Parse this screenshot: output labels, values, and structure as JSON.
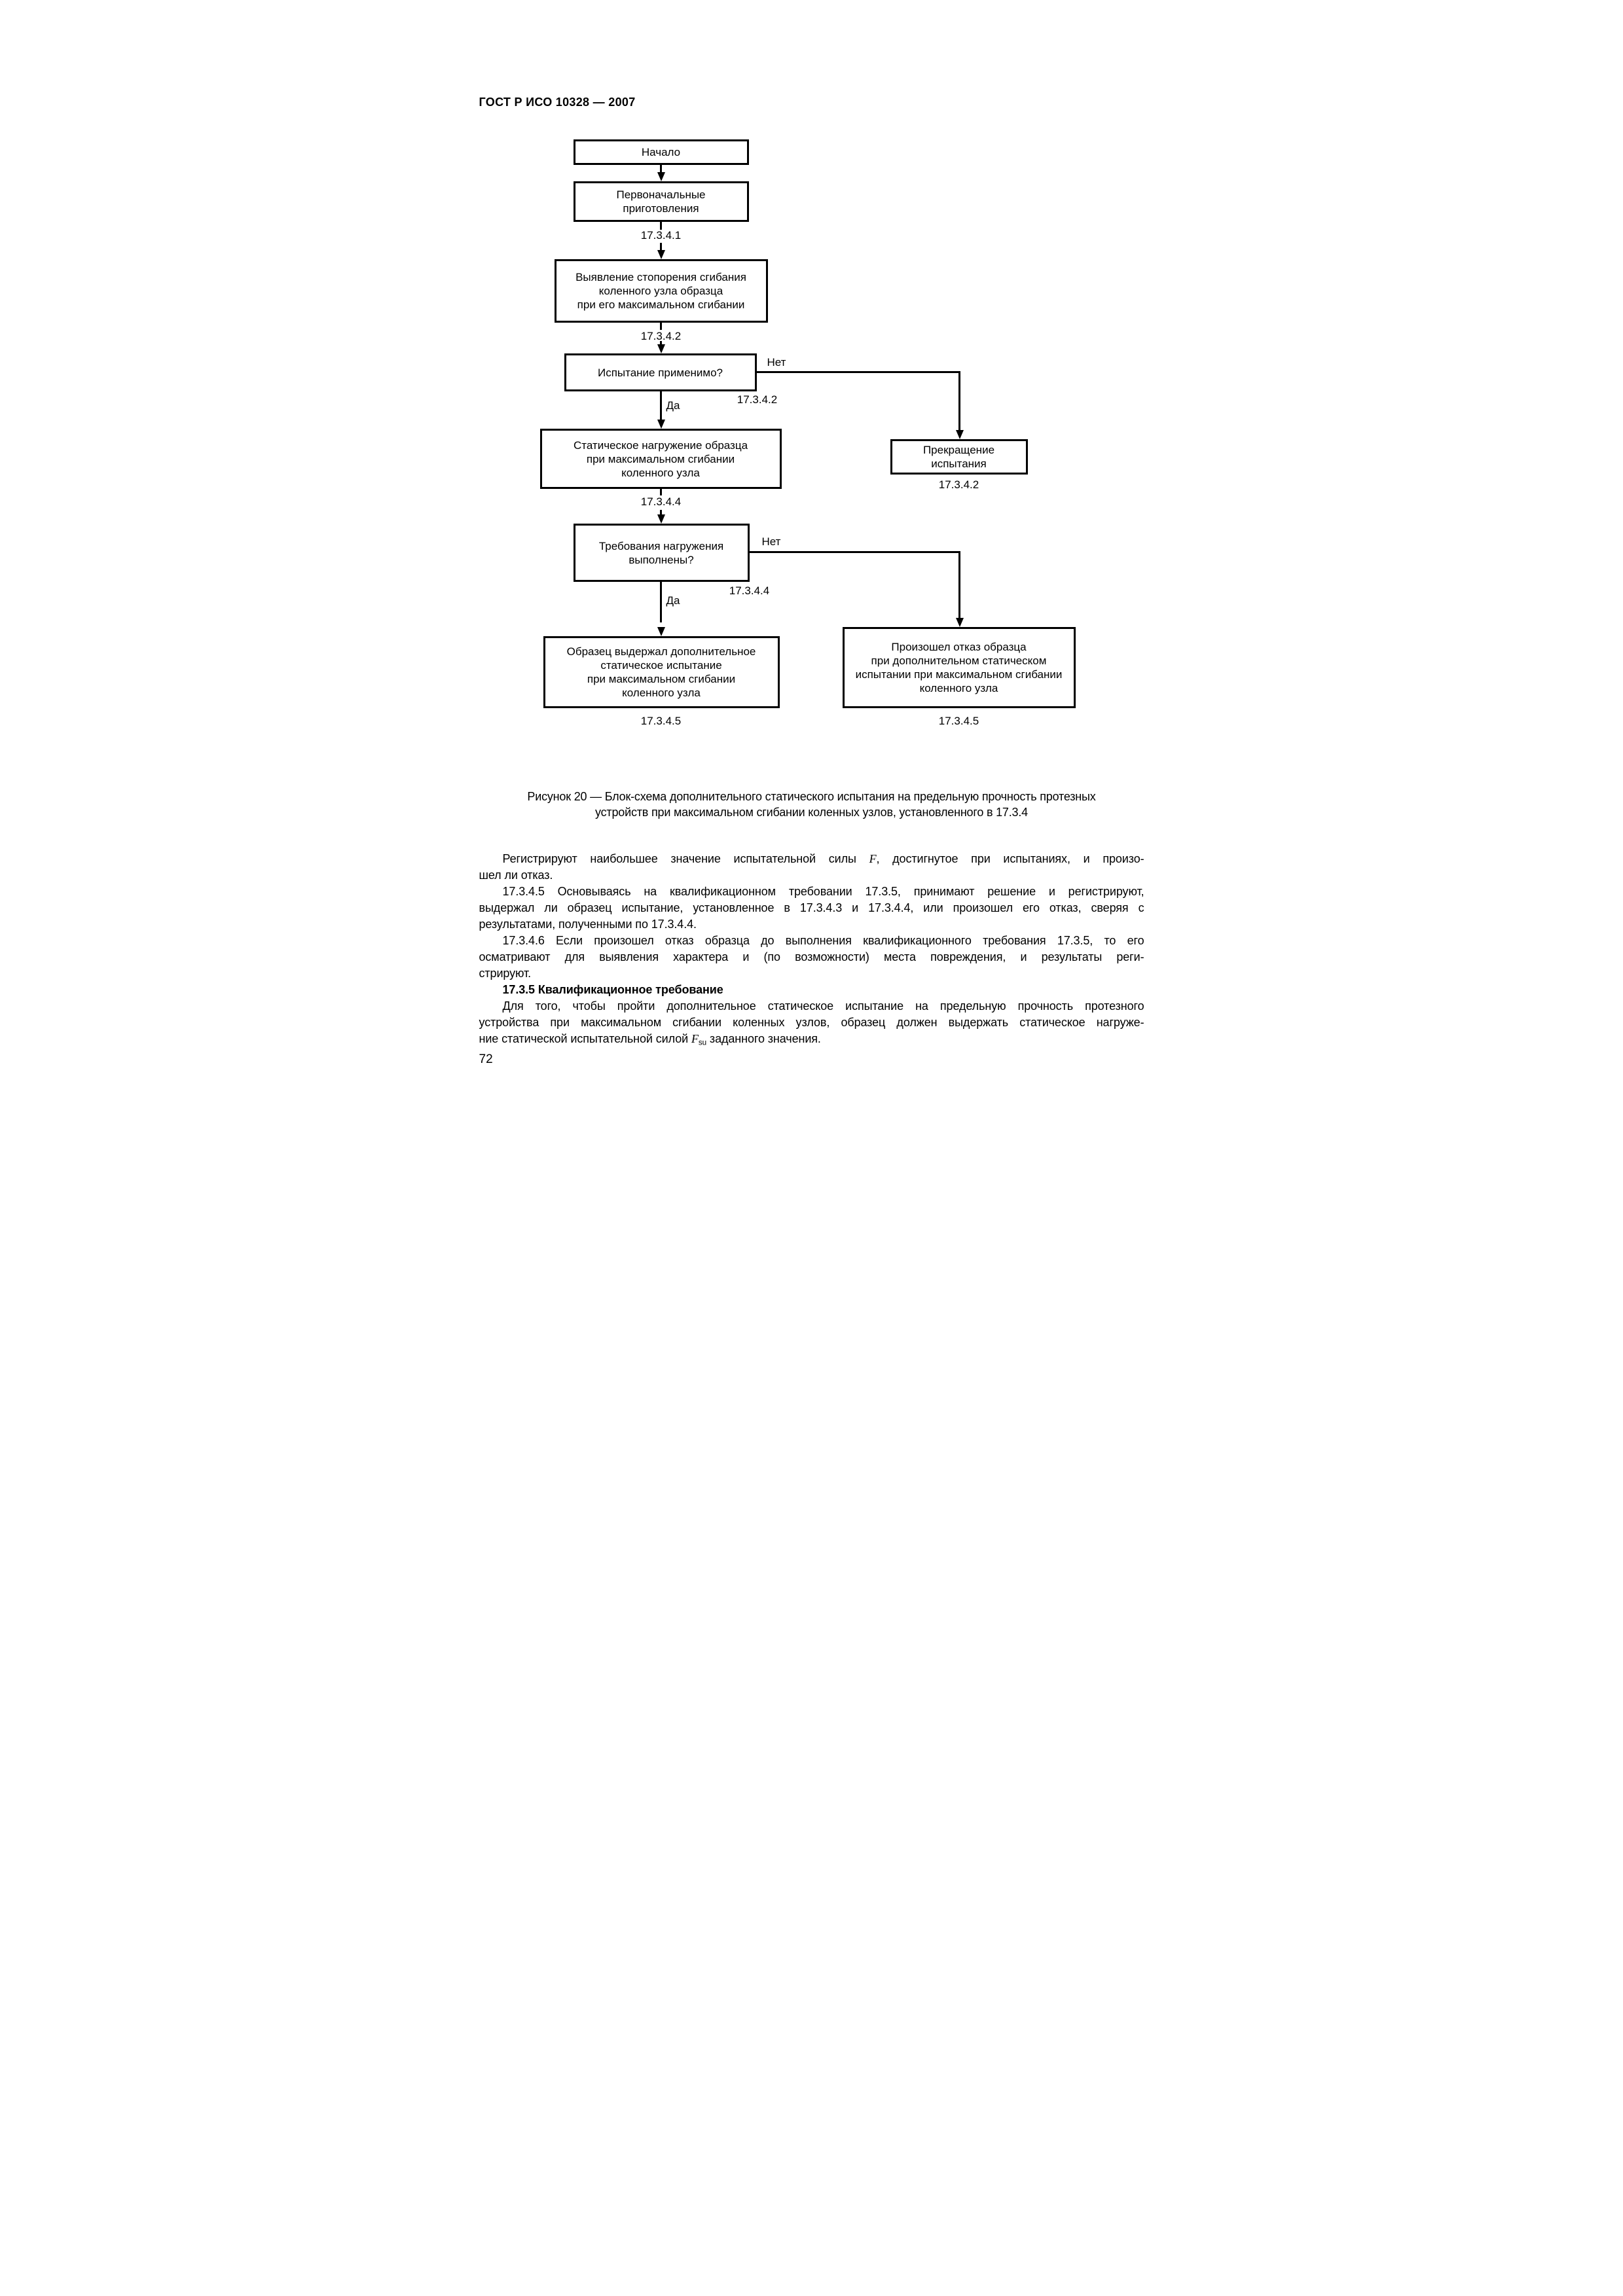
{
  "page": {
    "header_title": "ГОСТ Р ИСО 10328 — 2007",
    "page_number": "72"
  },
  "flowchart": {
    "boxes": [
      {
        "id": "start",
        "text": "Начало"
      },
      {
        "id": "prep",
        "text": "Первоначальные\nприготовления"
      },
      {
        "id": "detect",
        "text": "Выявление стопорения сгибания\nколенного узла образца\nпри его максимальном сгибании"
      },
      {
        "id": "q1",
        "text": "Испытание применимо?"
      },
      {
        "id": "stop",
        "text": "Прекращение\nиспытания"
      },
      {
        "id": "load",
        "text": "Статическое нагружение образца\nпри максимальном сгибании\nколенного узла"
      },
      {
        "id": "q2",
        "text": "Требования нагружения\nвыполнены?"
      },
      {
        "id": "pass",
        "text": "Образец выдержал дополнительное\nстатическое испытание\nпри максимальном сгибании\nколенного узла"
      },
      {
        "id": "fail",
        "text": "Произошел отказ образца\nпри дополнительном статическом\nиспытании при максимальном сгибании\nколенного узла"
      }
    ],
    "labels": [
      {
        "id": "ref-17341",
        "text": "17.3.4.1"
      },
      {
        "id": "ref-17342-top",
        "text": "17.3.4.2"
      },
      {
        "id": "no1",
        "text": "Нет"
      },
      {
        "id": "yes1",
        "text": "Да"
      },
      {
        "id": "ref-17342-mid",
        "text": "17.3.4.2"
      },
      {
        "id": "ref-17342-stop",
        "text": "17.3.4.2"
      },
      {
        "id": "ref-17344-top",
        "text": "17.3.4.4"
      },
      {
        "id": "no2",
        "text": "Нет"
      },
      {
        "id": "yes2",
        "text": "Да"
      },
      {
        "id": "ref-17344-mid",
        "text": "17.3.4.4"
      },
      {
        "id": "ref-17345-left",
        "text": "17.3.4.5"
      },
      {
        "id": "ref-17345-right",
        "text": "17.3.4.5"
      }
    ]
  },
  "caption": {
    "line1": "Рисунок 20 — Блок-схема дополнительного статического испытания на предельную прочность протезных",
    "line2": "устройств при максимальном сгибании коленных узлов, установленного в 17.3.4"
  },
  "body": {
    "lines": [
      {
        "indent": true,
        "justify": true,
        "bold": false,
        "runs": [
          {
            "t": "Регистрируют наибольшее значение испытательной силы "
          },
          {
            "t": "F",
            "style": "italic"
          },
          {
            "t": ", достигнутое при испытаниях, и произо-"
          }
        ]
      },
      {
        "indent": false,
        "justify": false,
        "bold": false,
        "runs": [
          {
            "t": "шел ли отказ."
          }
        ]
      },
      {
        "indent": true,
        "justify": true,
        "bold": false,
        "runs": [
          {
            "t": "17.3.4.5 Основываясь на квалификационном требовании 17.3.5, принимают решение и регистрируют,"
          }
        ]
      },
      {
        "indent": false,
        "justify": true,
        "bold": false,
        "runs": [
          {
            "t": "выдержал ли образец испытание, установленное в 17.3.4.3 и 17.3.4.4, или произошел его отказ, сверяя с"
          }
        ]
      },
      {
        "indent": false,
        "justify": false,
        "bold": false,
        "runs": [
          {
            "t": "результатами, полученными по 17.3.4.4."
          }
        ]
      },
      {
        "indent": true,
        "justify": true,
        "bold": false,
        "runs": [
          {
            "t": "17.3.4.6 Если произошел отказ образца до выполнения квалификационного требования 17.3.5, то его"
          }
        ]
      },
      {
        "indent": false,
        "justify": true,
        "bold": false,
        "runs": [
          {
            "t": "осматривают для выявления характера и (по возможности) места повреждения, и результаты реги-"
          }
        ]
      },
      {
        "indent": false,
        "justify": false,
        "bold": false,
        "runs": [
          {
            "t": "стрируют."
          }
        ]
      },
      {
        "indent": true,
        "justify": false,
        "bold": true,
        "runs": [
          {
            "t": "17.3.5 Квалификационное требование"
          }
        ]
      },
      {
        "indent": true,
        "justify": true,
        "bold": false,
        "runs": [
          {
            "t": "Для того, чтобы пройти дополнительное статическое испытание на предельную прочность протезного"
          }
        ]
      },
      {
        "indent": false,
        "justify": true,
        "bold": false,
        "runs": [
          {
            "t": "устройства при максимальном сгибании коленных узлов, образец должен выдержать статическое нагруже-"
          }
        ]
      },
      {
        "indent": false,
        "justify": false,
        "bold": false,
        "runs": [
          {
            "t": "ние статической испытательной силой "
          },
          {
            "t": "F",
            "style": "italic"
          },
          {
            "t": "su",
            "style": "sub"
          },
          {
            "t": " заданного значения."
          }
        ]
      }
    ]
  }
}
